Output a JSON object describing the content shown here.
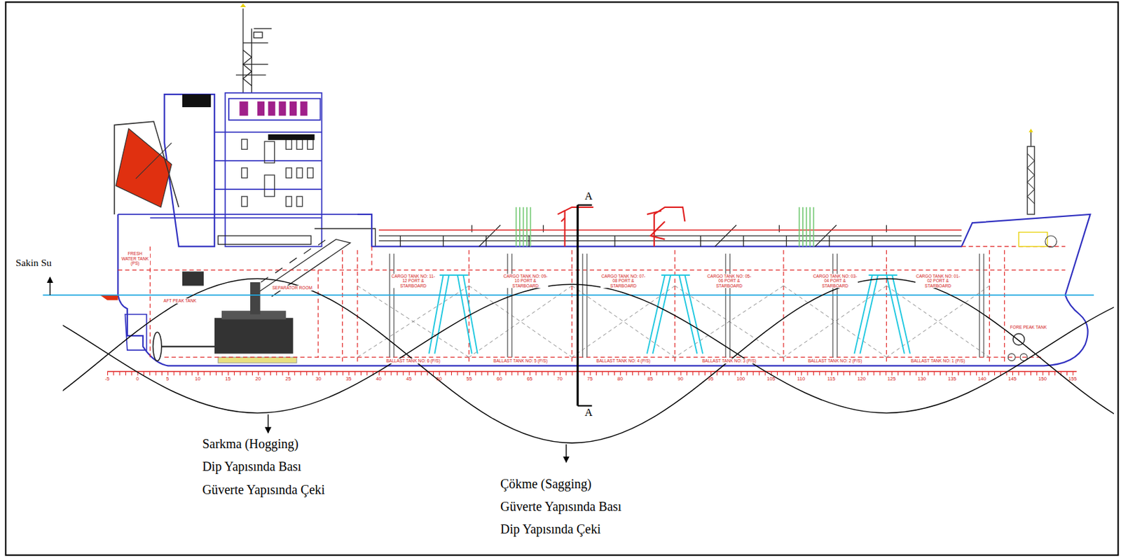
{
  "diagram": {
    "labels": [
      "Sakin Su",
      "A",
      "A",
      "Sarkma (Hogging)",
      "Dip Yapısında Bası",
      "Güverte Yapısında Çeki",
      "Çökme (Sagging)",
      "Güverte Yapısında Bası",
      "Dip Yapısında Çeki",
      "CARGO TANK NO: 11-12 PORT & STARBOARD",
      "CARGO TANK NO: 09-10 PORT & STARBOARD",
      "CARGO TANK NO: 07-08 PORT & STARBOARD",
      "CARGO TANK NO: 05-06 PORT & STARBOARD",
      "CARGO TANK NO: 03-04 PORT & STARBOARD",
      "CARGO TANK NO: 01-02 PORT & STARBOARD",
      "BALLAST TANK NO: 6 (P/S)",
      "BALLAST TANK NO: 5 (P/S)",
      "BALLAST TANK NO: 4 (P/S)",
      "BALLAST TANK NO: 3 (P/S)",
      "BALLAST TANK NO: 2 (P/S)",
      "BALLAST TANK NO: 1 (P/S)",
      "FRESH WATER TANK (PS)",
      "SEPARATOR ROOM",
      "AFT PEAK TANK",
      "FORE PEAK TANK",
      "-5",
      "0",
      "5",
      "10",
      "15",
      "20",
      "25",
      "30",
      "35",
      "40",
      "45",
      "50",
      "55",
      "60",
      "65",
      "70",
      "75",
      "80",
      "85",
      "90",
      "95",
      "100",
      "105",
      "110",
      "115",
      "120",
      "125",
      "130",
      "135",
      "140",
      "145",
      "150",
      "155"
    ]
  }
}
